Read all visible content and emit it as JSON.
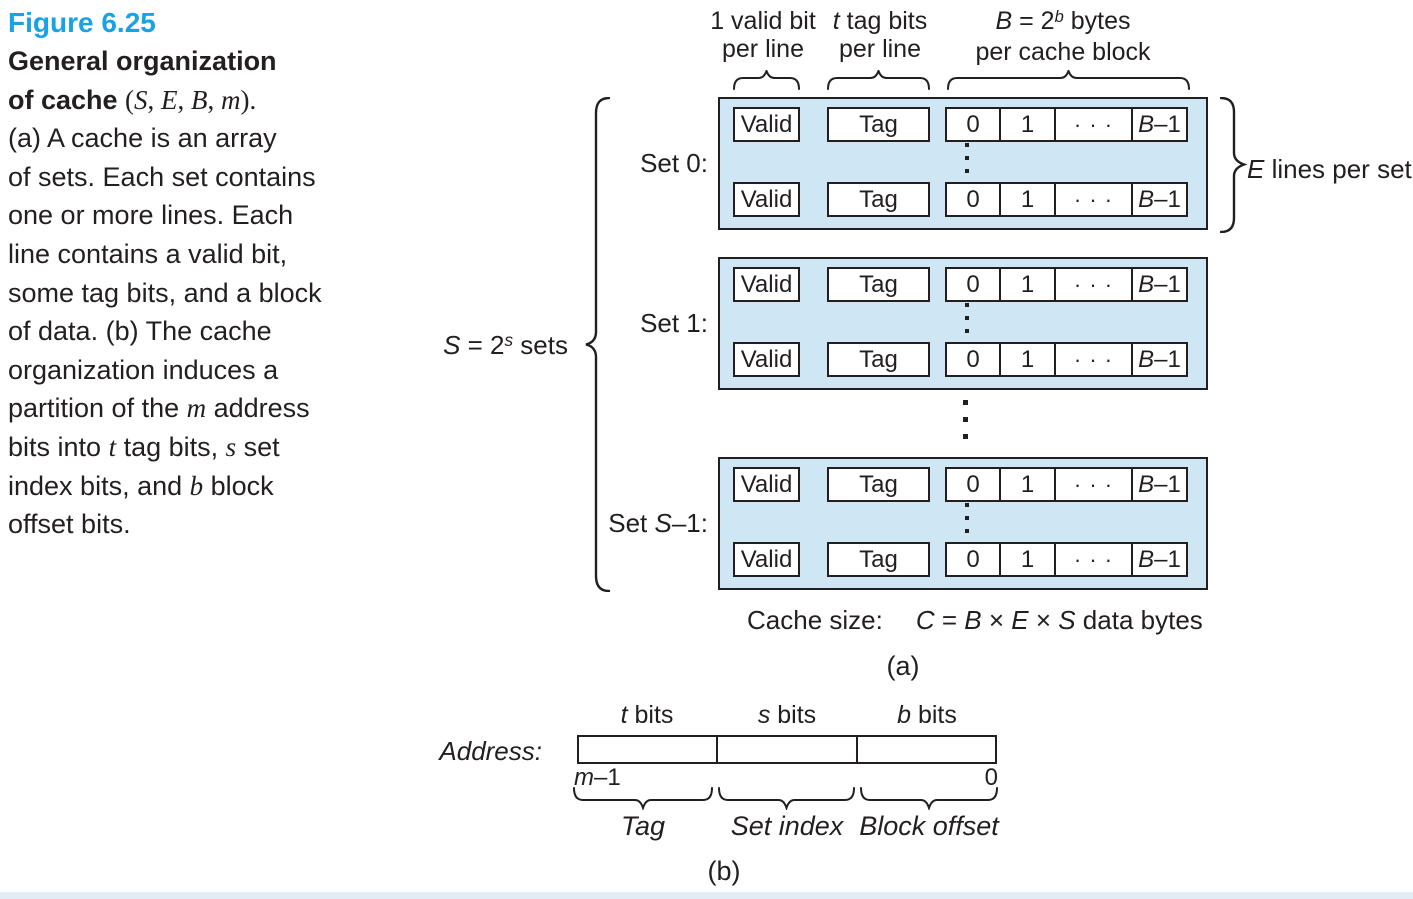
{
  "figure": {
    "title": "Figure 6.25",
    "caption_lines": [
      [
        {
          "t": "General organization",
          "s": "b"
        }
      ],
      [
        {
          "t": "of cache ",
          "s": "b"
        },
        {
          "t": "(",
          "s": "sr"
        },
        {
          "t": "S",
          "s": "ms"
        },
        {
          "t": ", ",
          "s": "sr"
        },
        {
          "t": "E",
          "s": "ms"
        },
        {
          "t": ", ",
          "s": "sr"
        },
        {
          "t": "B",
          "s": "ms"
        },
        {
          "t": ", ",
          "s": "sr"
        },
        {
          "t": "m",
          "s": "ms"
        },
        {
          "t": ").",
          "s": "sr"
        }
      ],
      [
        {
          "t": "(a) A cache is an array"
        }
      ],
      [
        {
          "t": "of sets. Each set contains"
        }
      ],
      [
        {
          "t": "one or more lines. Each"
        }
      ],
      [
        {
          "t": "line contains a valid bit,"
        }
      ],
      [
        {
          "t": "some tag bits, and a block"
        }
      ],
      [
        {
          "t": "of data. (b) The cache"
        }
      ],
      [
        {
          "t": "organization induces a"
        }
      ],
      [
        {
          "t": "partition of the "
        },
        {
          "t": "m",
          "s": "ms"
        },
        {
          "t": " address"
        }
      ],
      [
        {
          "t": "bits into "
        },
        {
          "t": "t",
          "s": "ms"
        },
        {
          "t": " tag bits, "
        },
        {
          "t": "s",
          "s": "ms"
        },
        {
          "t": " set"
        }
      ],
      [
        {
          "t": "index bits, and "
        },
        {
          "t": "b",
          "s": "ms"
        },
        {
          "t": " block"
        }
      ],
      [
        {
          "t": "offset bits."
        }
      ]
    ]
  },
  "top_labels": {
    "valid": {
      "line1": [
        {
          "t": "1 valid bit"
        }
      ],
      "line2": [
        {
          "t": "per line"
        }
      ]
    },
    "tag": {
      "line1": [
        {
          "t": "t",
          "s": "i"
        },
        {
          "t": " tag bits"
        }
      ],
      "line2": [
        {
          "t": "per line"
        }
      ]
    },
    "block": {
      "line1": [
        {
          "t": "B",
          "s": "i"
        },
        {
          "t": " = 2"
        },
        {
          "t": "b",
          "s": "sup"
        },
        {
          "t": " bytes"
        }
      ],
      "line2": [
        {
          "t": "per cache block"
        }
      ]
    }
  },
  "cache": {
    "sets": [
      {
        "label": [
          {
            "t": "Set 0:"
          }
        ]
      },
      {
        "label": [
          {
            "t": "Set 1:"
          }
        ]
      },
      {
        "label": [
          {
            "t": "Set "
          },
          {
            "t": "S",
            "s": "i"
          },
          {
            "t": "–1:"
          }
        ]
      }
    ],
    "line_row": {
      "valid": [
        {
          "t": "Valid"
        }
      ],
      "tag": [
        {
          "t": "Tag"
        }
      ],
      "cells": [
        [
          {
            "t": "0"
          }
        ],
        [
          {
            "t": "1"
          }
        ],
        [
          {
            "t": "· · ·"
          }
        ],
        [
          {
            "t": "B",
            "s": "i"
          },
          {
            "t": "–1"
          }
        ]
      ]
    },
    "sets_brace_label": [
      {
        "t": "S",
        "s": "i"
      },
      {
        "t": " = 2"
      },
      {
        "t": "s",
        "s": "sup"
      },
      {
        "t": " sets"
      }
    ],
    "lines_brace_label": [
      {
        "t": "E",
        "s": "i"
      },
      {
        "t": " lines per set"
      }
    ],
    "cache_size_label": [
      {
        "t": "Cache size:"
      }
    ],
    "cache_size_formula": [
      {
        "t": "C",
        "s": "i"
      },
      {
        "t": " = "
      },
      {
        "t": "B",
        "s": "i"
      },
      {
        "t": " × "
      },
      {
        "t": "E",
        "s": "i"
      },
      {
        "t": " × "
      },
      {
        "t": "S",
        "s": "i"
      },
      {
        "t": " data bytes"
      }
    ],
    "part_label": "(a)"
  },
  "address": {
    "label": [
      {
        "t": "Address:",
        "s": "i"
      }
    ],
    "bit_labels": [
      [
        {
          "t": "t",
          "s": "i"
        },
        {
          "t": " bits"
        }
      ],
      [
        {
          "t": "s",
          "s": "i"
        },
        {
          "t": " bits"
        }
      ],
      [
        {
          "t": "b",
          "s": "i"
        },
        {
          "t": " bits"
        }
      ]
    ],
    "msb": [
      {
        "t": "m",
        "s": "i"
      },
      {
        "t": "–1"
      }
    ],
    "lsb": [
      {
        "t": "0"
      }
    ],
    "field_labels": [
      [
        {
          "t": "Tag",
          "s": "i"
        }
      ],
      [
        {
          "t": "Set index",
          "s": "i"
        }
      ],
      [
        {
          "t": "Block offset",
          "s": "i"
        }
      ]
    ],
    "part_label": "(b)"
  },
  "colors": {
    "set_fill": "#cfe6f5",
    "ink": "#231f20",
    "figure_title": "#18a3e6",
    "bottom_rule": "#e2ecf4"
  }
}
